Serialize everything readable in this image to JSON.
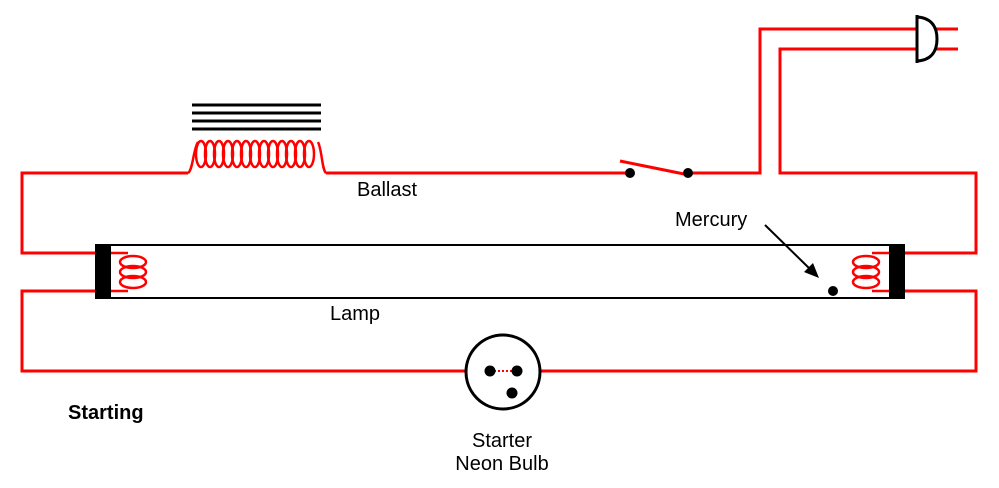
{
  "labels": {
    "ballast": "Ballast",
    "mercury": "Mercury",
    "lamp": "Lamp",
    "state": "Starting",
    "starter_line1": "Starter",
    "starter_line2": "Neon Bulb"
  },
  "colors": {
    "wire": "#ff0000",
    "line": "#000000",
    "background": "#ffffff"
  },
  "components": {
    "ballast_core_lines": 4,
    "ballast_coil_turns": 12,
    "filament_turns": 3,
    "starter_electrodes": 3
  },
  "icons": [
    "ballast-core-icon",
    "ballast-coil-icon",
    "switch-icon",
    "plug-icon",
    "filament-icon",
    "mercury-dot-icon",
    "starter-icon"
  ]
}
